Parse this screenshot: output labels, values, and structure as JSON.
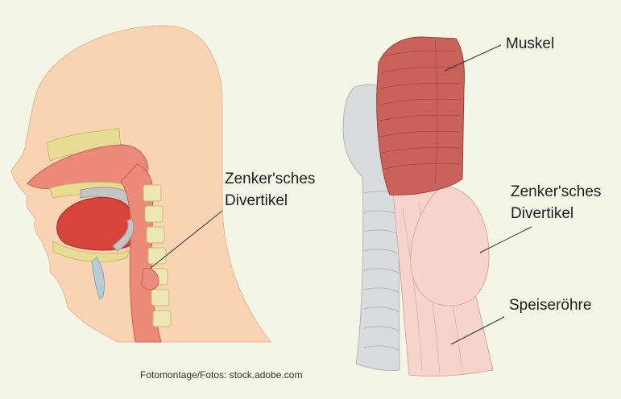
{
  "left_figure": {
    "label_line1": "Zenker'sches",
    "label_line2": "Divertikel"
  },
  "right_figure": {
    "label_muscle": "Muskel",
    "label_diverticulum_line1": "Zenker'sches",
    "label_diverticulum_line2": "Divertikel",
    "label_esophagus": "Speiseröhre"
  },
  "credit": "Fotomontage/Fotos: stock.adobe.com",
  "colors": {
    "background": "#f3f6e6",
    "skin": "#f8d3b4",
    "tissue": "#eb8a78",
    "muscle": "#c9625a",
    "esophagus": "#f6d4cd",
    "cartilage": "#d9dcdc"
  }
}
